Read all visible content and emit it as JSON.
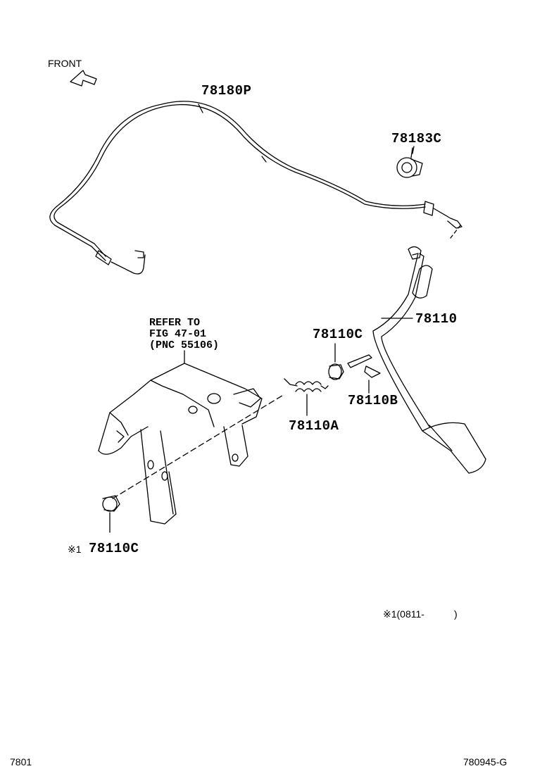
{
  "front_label": "FRONT",
  "parts": {
    "cable": "78180P",
    "clamp": "78183C",
    "pedal": "78110",
    "bushing_upper": "78110C",
    "pin": "78110B",
    "spring": "78110A",
    "bushing_lower": "78110C"
  },
  "refer": {
    "line1": "REFER TO",
    "line2": "FIG 47-01",
    "line3": "(PNC 55106)"
  },
  "footnote_mark": "※1",
  "footnote_date": "※1(0811-",
  "footnote_close": ")",
  "page_code_left": "7801",
  "page_code_right": "780945-G"
}
